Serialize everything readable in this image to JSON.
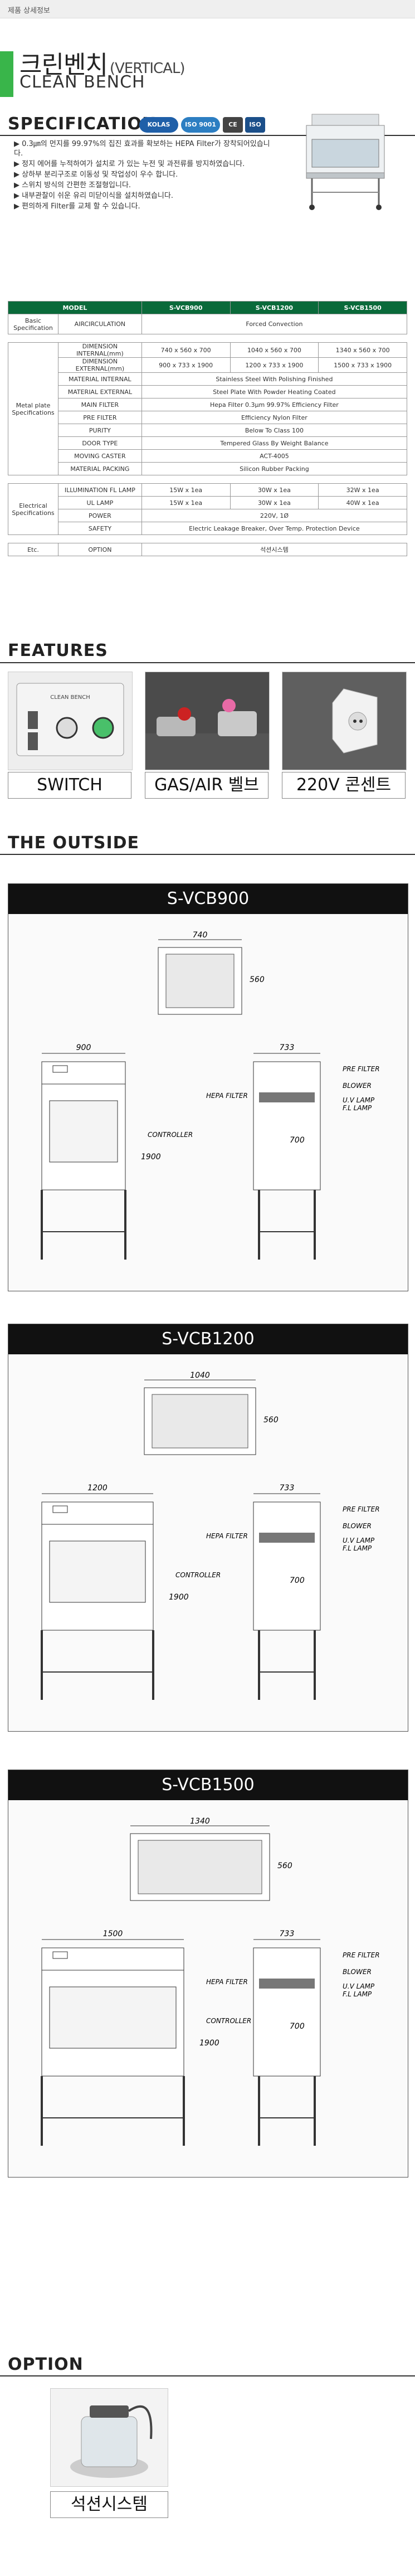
{
  "header": {
    "tab_label": "제품 상세정보"
  },
  "title": {
    "kr": "크린벤치",
    "kr_sub": "(VERTICAL)",
    "en": "CLEAN BENCH"
  },
  "spec": {
    "heading": "SPECIFICATION",
    "badges": [
      "KOLAS",
      "ISO 9001",
      "CE",
      "ISO"
    ],
    "description": [
      "▶ 0.3㎛의 먼지를 99.97%의 집진 효과를 확보하는 HEPA Filter가 장착되어있습니다.",
      "▶ 정지 에어를 누적하여가 설치로 가 있는 누전 및 과전류를 방지하였습니다.",
      "▶ 상하부 분리구조로 이동성 및 작업성이 우수 합니다.",
      "▶ 스위치 방식의 간편한 조절형입니다.",
      "▶ 내부관찰이 쉬운 유리 미닫이식을 설치하였습니다.",
      "▶ 편의하게 Filter를 교체 할 수 있습니다."
    ]
  },
  "table": {
    "headers": [
      "MODEL",
      "S-VCB900",
      "S-VCB1200",
      "S-VCB1500"
    ],
    "basic": {
      "group": "Basic Specification",
      "label": "AIRCIRCULATION",
      "value": "Forced Convection"
    },
    "metal_group": "Metal plate Specifications",
    "metal_rows": [
      {
        "label": "DIMENSION INTERNAL(mm)",
        "v1": "740 x 560 x 700",
        "v2": "1040 x 560 x 700",
        "v3": "1340 x 560 x 700"
      },
      {
        "label": "DIMENSION EXTERNAL(mm)",
        "v1": "900 x 733 x 1900",
        "v2": "1200 x 733 x 1900",
        "v3": "1500 x 733 x 1900"
      },
      {
        "label": "MATERIAL INTERNAL",
        "span": "Stainless Steel With Polishing Finished"
      },
      {
        "label": "MATERIAL EXTERNAL",
        "span": "Steel Plate With Powder Heating Coated"
      },
      {
        "label": "MAIN FILTER",
        "span": "Hepa Filter 0.3μm 99.97% Efficiency Filter"
      },
      {
        "label": "PRE FILTER",
        "span": "Efficiency Nylon Filter"
      },
      {
        "label": "PURITY",
        "span": "Below To Class 100"
      },
      {
        "label": "DOOR TYPE",
        "span": "Tempered Glass By Weight Balance"
      },
      {
        "label": "MOVING CASTER",
        "span": "ACT-4005"
      },
      {
        "label": "MATERIAL PACKING",
        "span": "Silicon Rubber Packing"
      }
    ],
    "elec_group": "Electrical Specifications",
    "elec_rows": [
      {
        "label": "ILLUMINATION FL LAMP",
        "v1": "15W x 1ea",
        "v2": "30W x 1ea",
        "v3": "32W x 1ea"
      },
      {
        "label": "UL LAMP",
        "v1": "15W x 1ea",
        "v2": "30W x 1ea",
        "v3": "40W x 1ea"
      },
      {
        "label": "POWER",
        "span": "220V, 1Ø"
      },
      {
        "label": "SAFETY",
        "span": "Electric Leakage Breaker, Over Temp. Protection Device"
      }
    ],
    "etc": {
      "group": "Etc.",
      "label": "OPTION",
      "value": "석션시스템"
    }
  },
  "features": {
    "heading": "FEATURES",
    "panel_text": "CLEAN BENCH",
    "items": [
      {
        "label": "SWITCH"
      },
      {
        "label": "GAS/AIR 벨브"
      },
      {
        "label": "220V 콘센트"
      }
    ]
  },
  "outside": {
    "heading": "THE OUTSIDE",
    "labels": {
      "pre_filter": "PRE FILTER",
      "blower": "BLOWER",
      "uv_lamp": "U.V LAMP",
      "fl_lamp": "F.L LAMP",
      "hepa": "HEPA FILTER",
      "controller": "CONTROLLER"
    },
    "models": [
      {
        "name": "S-VCB900",
        "top_w": "740",
        "top_d": "560",
        "front_w": "900",
        "height": "1900",
        "side_d": "733",
        "inner_h": "700"
      },
      {
        "name": "S-VCB1200",
        "top_w": "1040",
        "top_d": "560",
        "front_w": "1200",
        "height": "1900",
        "side_d": "733",
        "inner_h": "700"
      },
      {
        "name": "S-VCB1500",
        "top_w": "1340",
        "top_d": "560",
        "front_w": "1500",
        "height": "1900",
        "side_d": "733",
        "inner_h": "700"
      }
    ]
  },
  "option": {
    "heading": "OPTION",
    "item": "석션시스템"
  },
  "colors": {
    "accent_green": "#39b54a",
    "table_header": "#0a6a3a"
  }
}
